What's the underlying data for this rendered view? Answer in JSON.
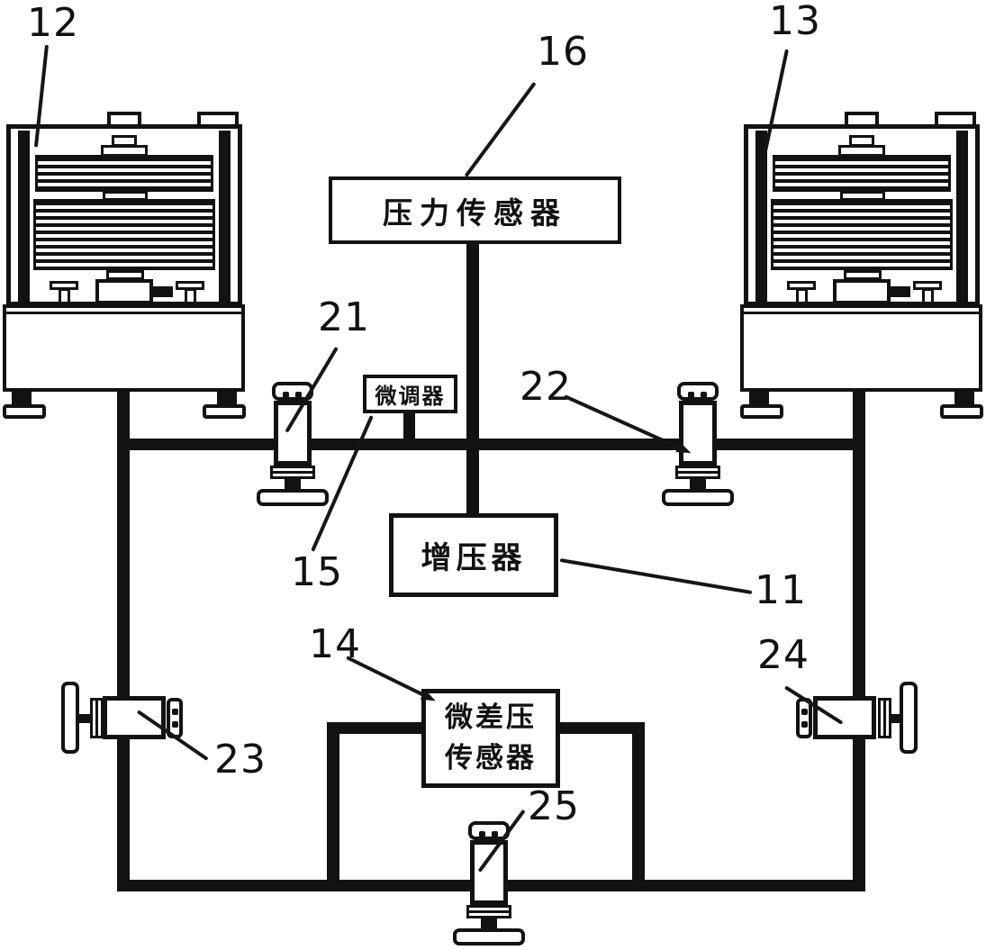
{
  "diagram": {
    "title_hint": "pressure calibration piping schematic",
    "colors": {
      "ink": "#121212",
      "background": "#ffffff"
    },
    "boxes": {
      "pressure_sensor": {
        "label": "压力传感器",
        "ref": "16"
      },
      "fine_adjuster": {
        "label": "微调器",
        "ref": "15"
      },
      "booster": {
        "label": "增压器",
        "ref": "11"
      },
      "diff_pressure_sensor": {
        "label_line1": "微差压",
        "label_line2": "传感器",
        "ref": "14"
      }
    },
    "devices": {
      "left_piston_gauge": {
        "ref": "12"
      },
      "right_piston_gauge": {
        "ref": "13"
      }
    },
    "valves": {
      "valve_21": {
        "ref": "21"
      },
      "valve_22": {
        "ref": "22"
      },
      "valve_23": {
        "ref": "23"
      },
      "valve_24": {
        "ref": "24"
      },
      "valve_25": {
        "ref": "25"
      }
    }
  }
}
